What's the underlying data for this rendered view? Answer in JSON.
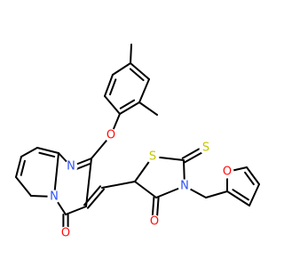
{
  "colors": {
    "bond": "#000000",
    "O": "#ff0d0d",
    "N": "#3050f8",
    "S": "#c6c600",
    "C": "#000000"
  },
  "atom_labels": {
    "N_pyrimidine": "N",
    "N_bridgehead": "N",
    "N_thiazolidine": "N",
    "O_ether": "O",
    "O_pyrimidinone": "O",
    "O_thiazolidinone": "O",
    "O_furan": "O",
    "S_ring": "S",
    "S_thione": "S"
  }
}
